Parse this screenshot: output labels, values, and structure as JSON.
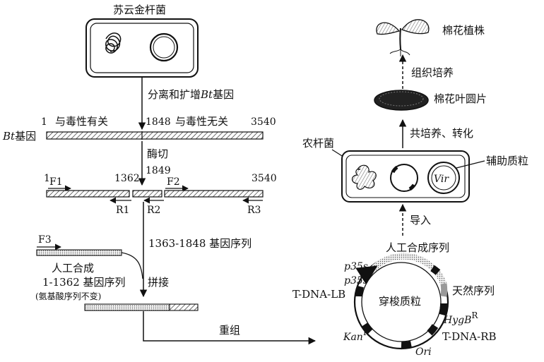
{
  "labels": {
    "source_bacterium": "苏云金杆菌",
    "isolate_amplify_pre": "分离和扩增",
    "isolate_amplify_bt": "Bt",
    "isolate_amplify_post": "基因",
    "toxic_related": "与毒性有关",
    "toxic_unrelated": "与毒性无关",
    "bt_gene_bt": "Bt",
    "bt_gene_post": "基因",
    "enzyme_cut": "酶切",
    "seq_1363_1848": "1363-1848 基因序列",
    "artificial_synth_1": "人工合成",
    "artificial_synth_2": "1-1362 基因序列",
    "amino_note": "(氨基酸序列不变)",
    "splice": "拼接",
    "recombine": "重组",
    "artificial_seq": "人工合成序列",
    "natural_seq": "天然序列",
    "shuttle_plasmid": "穿梭质粒",
    "introduce": "导入",
    "agro": "农杆菌",
    "helper_plasmid": "辅助质粒",
    "vir": "Vir",
    "coculture": "共培养、转化",
    "leaf_disc": "棉花叶圆片",
    "tissue_culture": "组织培养",
    "cotton_plant": "棉花植株",
    "p35s_1": "p35s",
    "p35s_2": "p35s",
    "tdna_lb": "T-DNA-LB",
    "hygb": "HygB",
    "hygb_sup": "R",
    "tdna_rb": "T-DNA-RB",
    "kan": "Kan",
    "kan_sup": "R",
    "ori": "Ori"
  },
  "numbers": {
    "n1a": "1",
    "n1848a": "1848",
    "n3540a": "3540",
    "n1b": "1",
    "n1362": "1362",
    "n1849": "1849",
    "n3540b": "3540"
  },
  "primers": {
    "f1": "F1",
    "f2": "F2",
    "f3": "F3",
    "r1": "R1",
    "r2": "R2",
    "r3": "R3"
  }
}
